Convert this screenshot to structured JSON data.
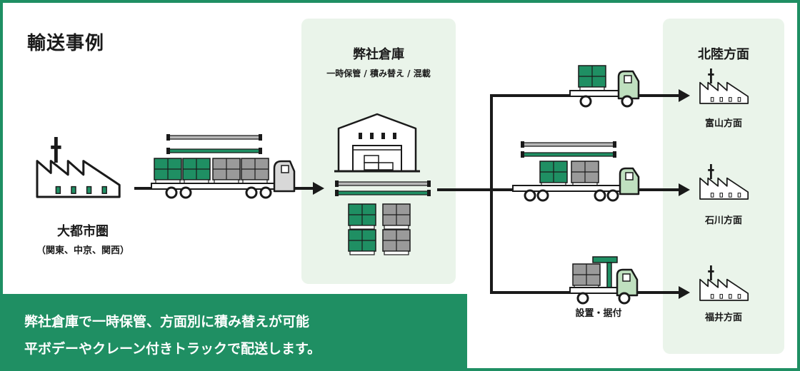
{
  "page": {
    "title": "輸送事例"
  },
  "origin": {
    "name": "大都市圏",
    "detail": "（関東、中京、関西）"
  },
  "warehouse": {
    "name": "弊社倉庫",
    "detail": "一時保管 / 積み替え / 混載"
  },
  "destination_region": {
    "name": "北陸方面",
    "places": [
      "富山方面",
      "石川方面",
      "福井方面"
    ]
  },
  "crane_truck_label": "設置・据付",
  "banner": {
    "line1": "弊社倉庫で一時保管、方面別に積み替えが可能",
    "line2": "平ボデーやクレーン付きトラックで配送します。"
  },
  "colors": {
    "brand_green": "#1f8f63",
    "panel_bg": "#eaf4ea",
    "crate_gray": "#9a9a9a",
    "truck_cab_green": "#bfe0bf",
    "ink": "#1a1a1a"
  }
}
